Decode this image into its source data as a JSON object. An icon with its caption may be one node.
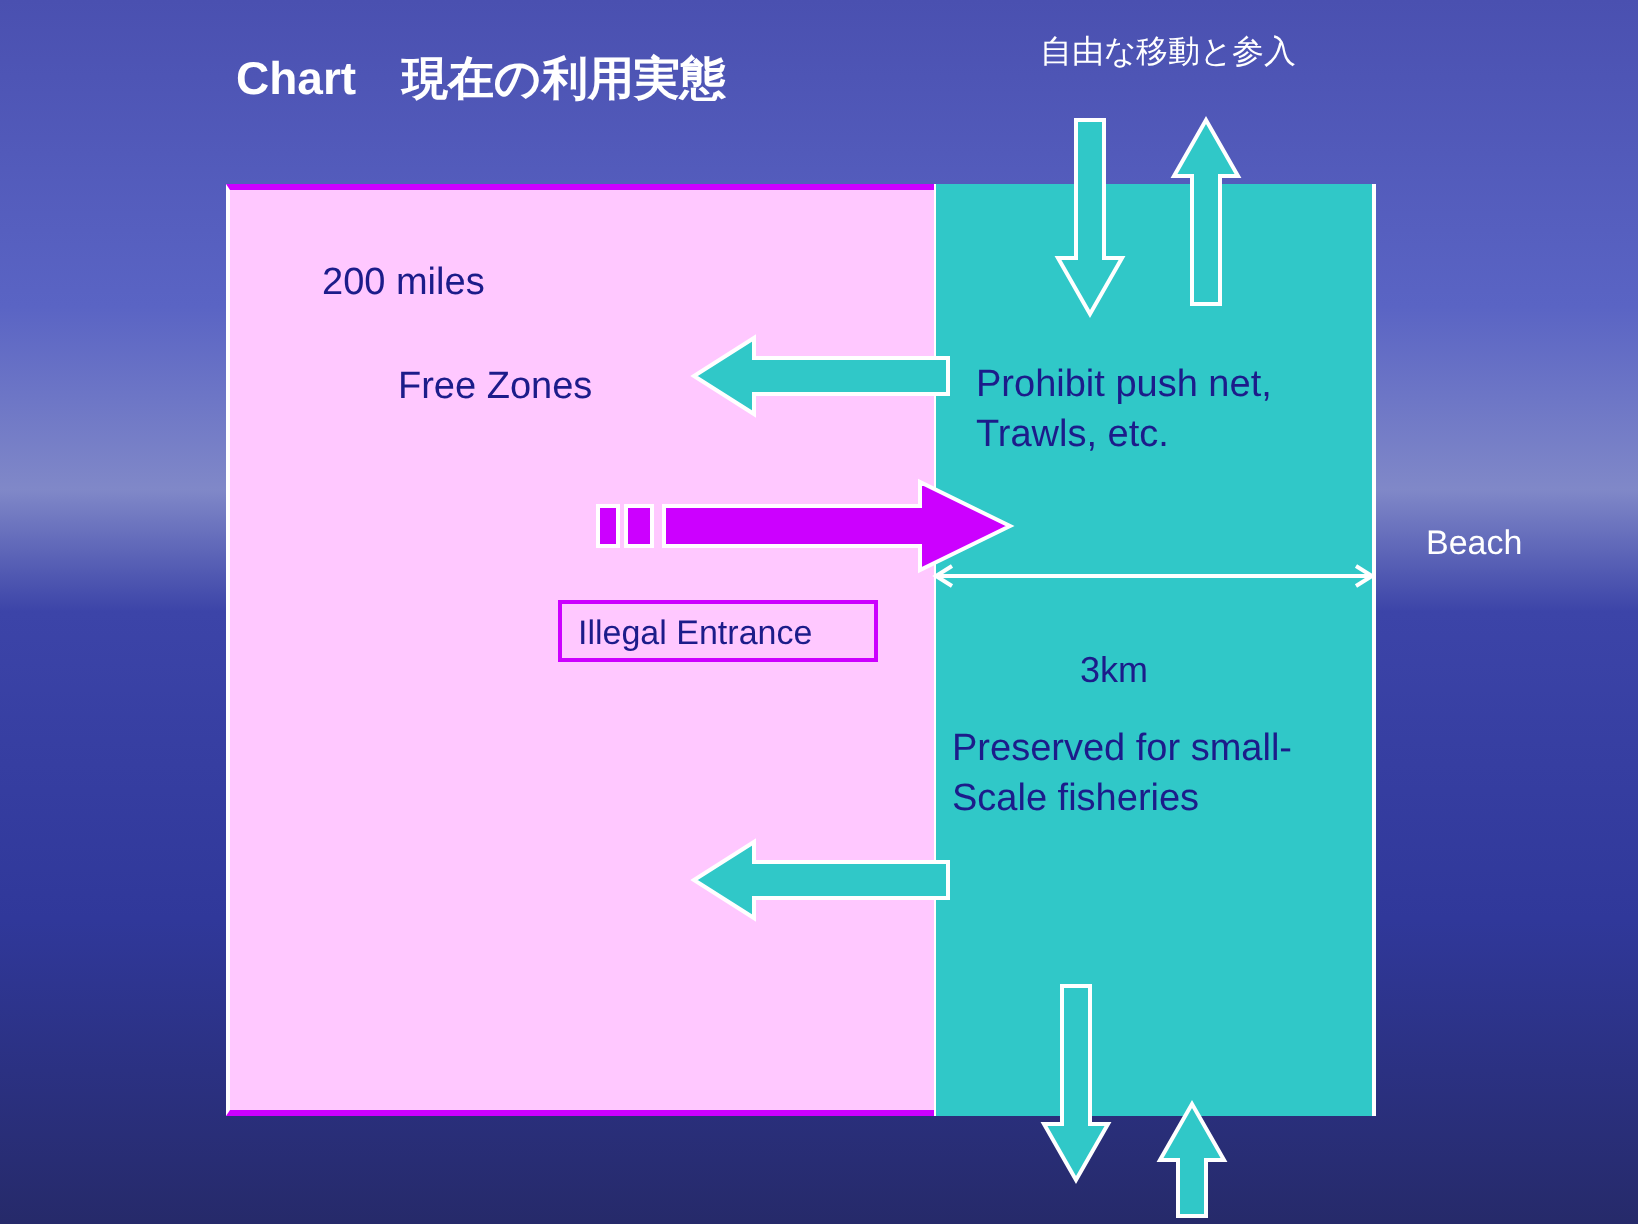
{
  "diagram": {
    "title": "Chart　現在の利用実態",
    "nodes": [
      {
        "text": [
          "200 miles",
          "Free Zones"
        ]
      },
      {
        "text": [
          "Prohibit push net, Trawls, etc.",
          "Preserved for small-Scale fisheries"
        ]
      },
      {
        "text": [
          "自由な移動と参入"
        ]
      },
      {
        "text": [
          "Illegal Entrance"
        ],
        "in": 0
      }
    ],
    "edges": [
      {
        "from": 2,
        "to": 1,
        "arrow": "to"
      },
      {
        "from": 1,
        "to": 2,
        "arrow": "to"
      },
      {
        "from": 1,
        "to": 0,
        "arrow": "to"
      },
      {
        "from": 0,
        "to": 1,
        "arrow": "to",
        "style": "dashed",
        "color": "#cc00ff"
      },
      {
        "from": 1,
        "to": 0,
        "arrow": "to"
      },
      {
        "from": 1,
        "to": null,
        "arrow": "to"
      },
      {
        "from": null,
        "to": 1,
        "arrow": "to"
      }
    ],
    "labels": [
      "3km",
      "Beach"
    ]
  }
}
